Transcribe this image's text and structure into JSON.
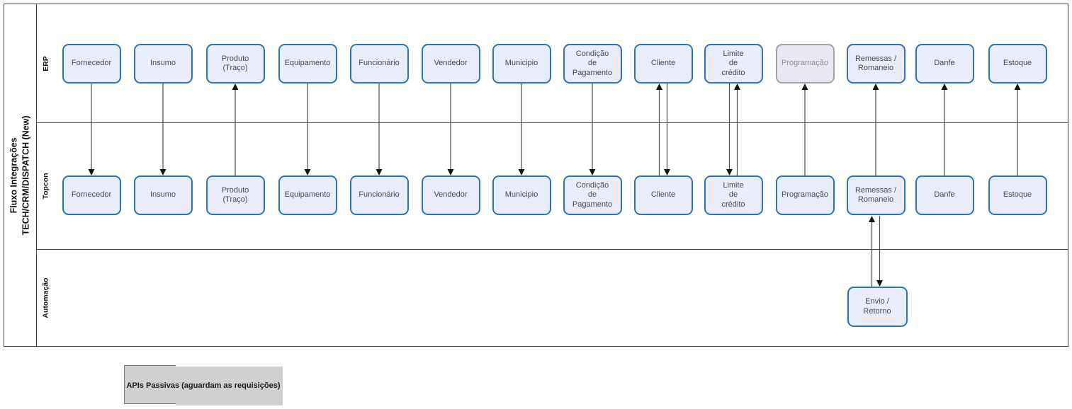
{
  "pool": {
    "title_line1": "Fluxo Integrações",
    "title_line2": "TECH/CRM/DISPATCH (New)"
  },
  "lanes": [
    {
      "id": "erp",
      "label": "ERP"
    },
    {
      "id": "topcon",
      "label": "Topcon"
    },
    {
      "id": "automacao",
      "label": "Automação"
    }
  ],
  "columns": [
    {
      "id": "fornecedor",
      "label": "Fornecedor",
      "erp_arrows": [
        "down"
      ]
    },
    {
      "id": "insumo",
      "label": "Insumo",
      "erp_arrows": [
        "down"
      ]
    },
    {
      "id": "produto-traco",
      "label": "Produto\n(Traço)",
      "erp_arrows": [
        "up"
      ]
    },
    {
      "id": "equipamento",
      "label": "Equipamento",
      "erp_arrows": [
        "down"
      ]
    },
    {
      "id": "funcionario",
      "label": "Funcionário",
      "erp_arrows": [
        "down"
      ]
    },
    {
      "id": "vendedor",
      "label": "Vendedor",
      "erp_arrows": [
        "down"
      ]
    },
    {
      "id": "municipio",
      "label": "Municipio",
      "erp_arrows": [
        "down"
      ]
    },
    {
      "id": "condicao-pagamento",
      "label": "Condição\nde\nPagamento",
      "erp_arrows": [
        "down"
      ]
    },
    {
      "id": "cliente",
      "label": "Cliente",
      "erp_arrows": [
        "up",
        "down"
      ]
    },
    {
      "id": "limite-credito",
      "label": "Limite\nde\ncrédito",
      "erp_arrows": [
        "down",
        "up"
      ]
    },
    {
      "id": "programacao",
      "label": "Programação",
      "erp_arrows": [
        "up"
      ],
      "erp_style": "passive"
    },
    {
      "id": "remessas-romaneio",
      "label": "Remessas /\nRomaneio",
      "erp_arrows": [
        "up"
      ]
    },
    {
      "id": "danfe",
      "label": "Danfe",
      "erp_arrows": [
        "up"
      ]
    },
    {
      "id": "estoque",
      "label": "Estoque",
      "erp_arrows": [
        "up"
      ]
    }
  ],
  "automation": {
    "box_label": "Envio /\nRetorno",
    "linked_column": "remessas-romaneio",
    "arrows": [
      "up",
      "down"
    ]
  },
  "legend": {
    "label": "APIs Passivas (aguardam as requisições)"
  },
  "colors": {
    "box_border": "#2B74B8",
    "box_fill": "#E9EDFA",
    "box_text": "#4A4A50",
    "passive_border": "#A0A1AA",
    "passive_fill": "#E8E8F5",
    "passive_text": "#8F8F96",
    "lane_line": "#474747",
    "arrow_line": "#4A4A4A",
    "arrow_head": "#131313",
    "legend_fill": "#D1CFCF",
    "legend_border": "#7A7A7A",
    "legend_text": "#1C1C1C"
  }
}
